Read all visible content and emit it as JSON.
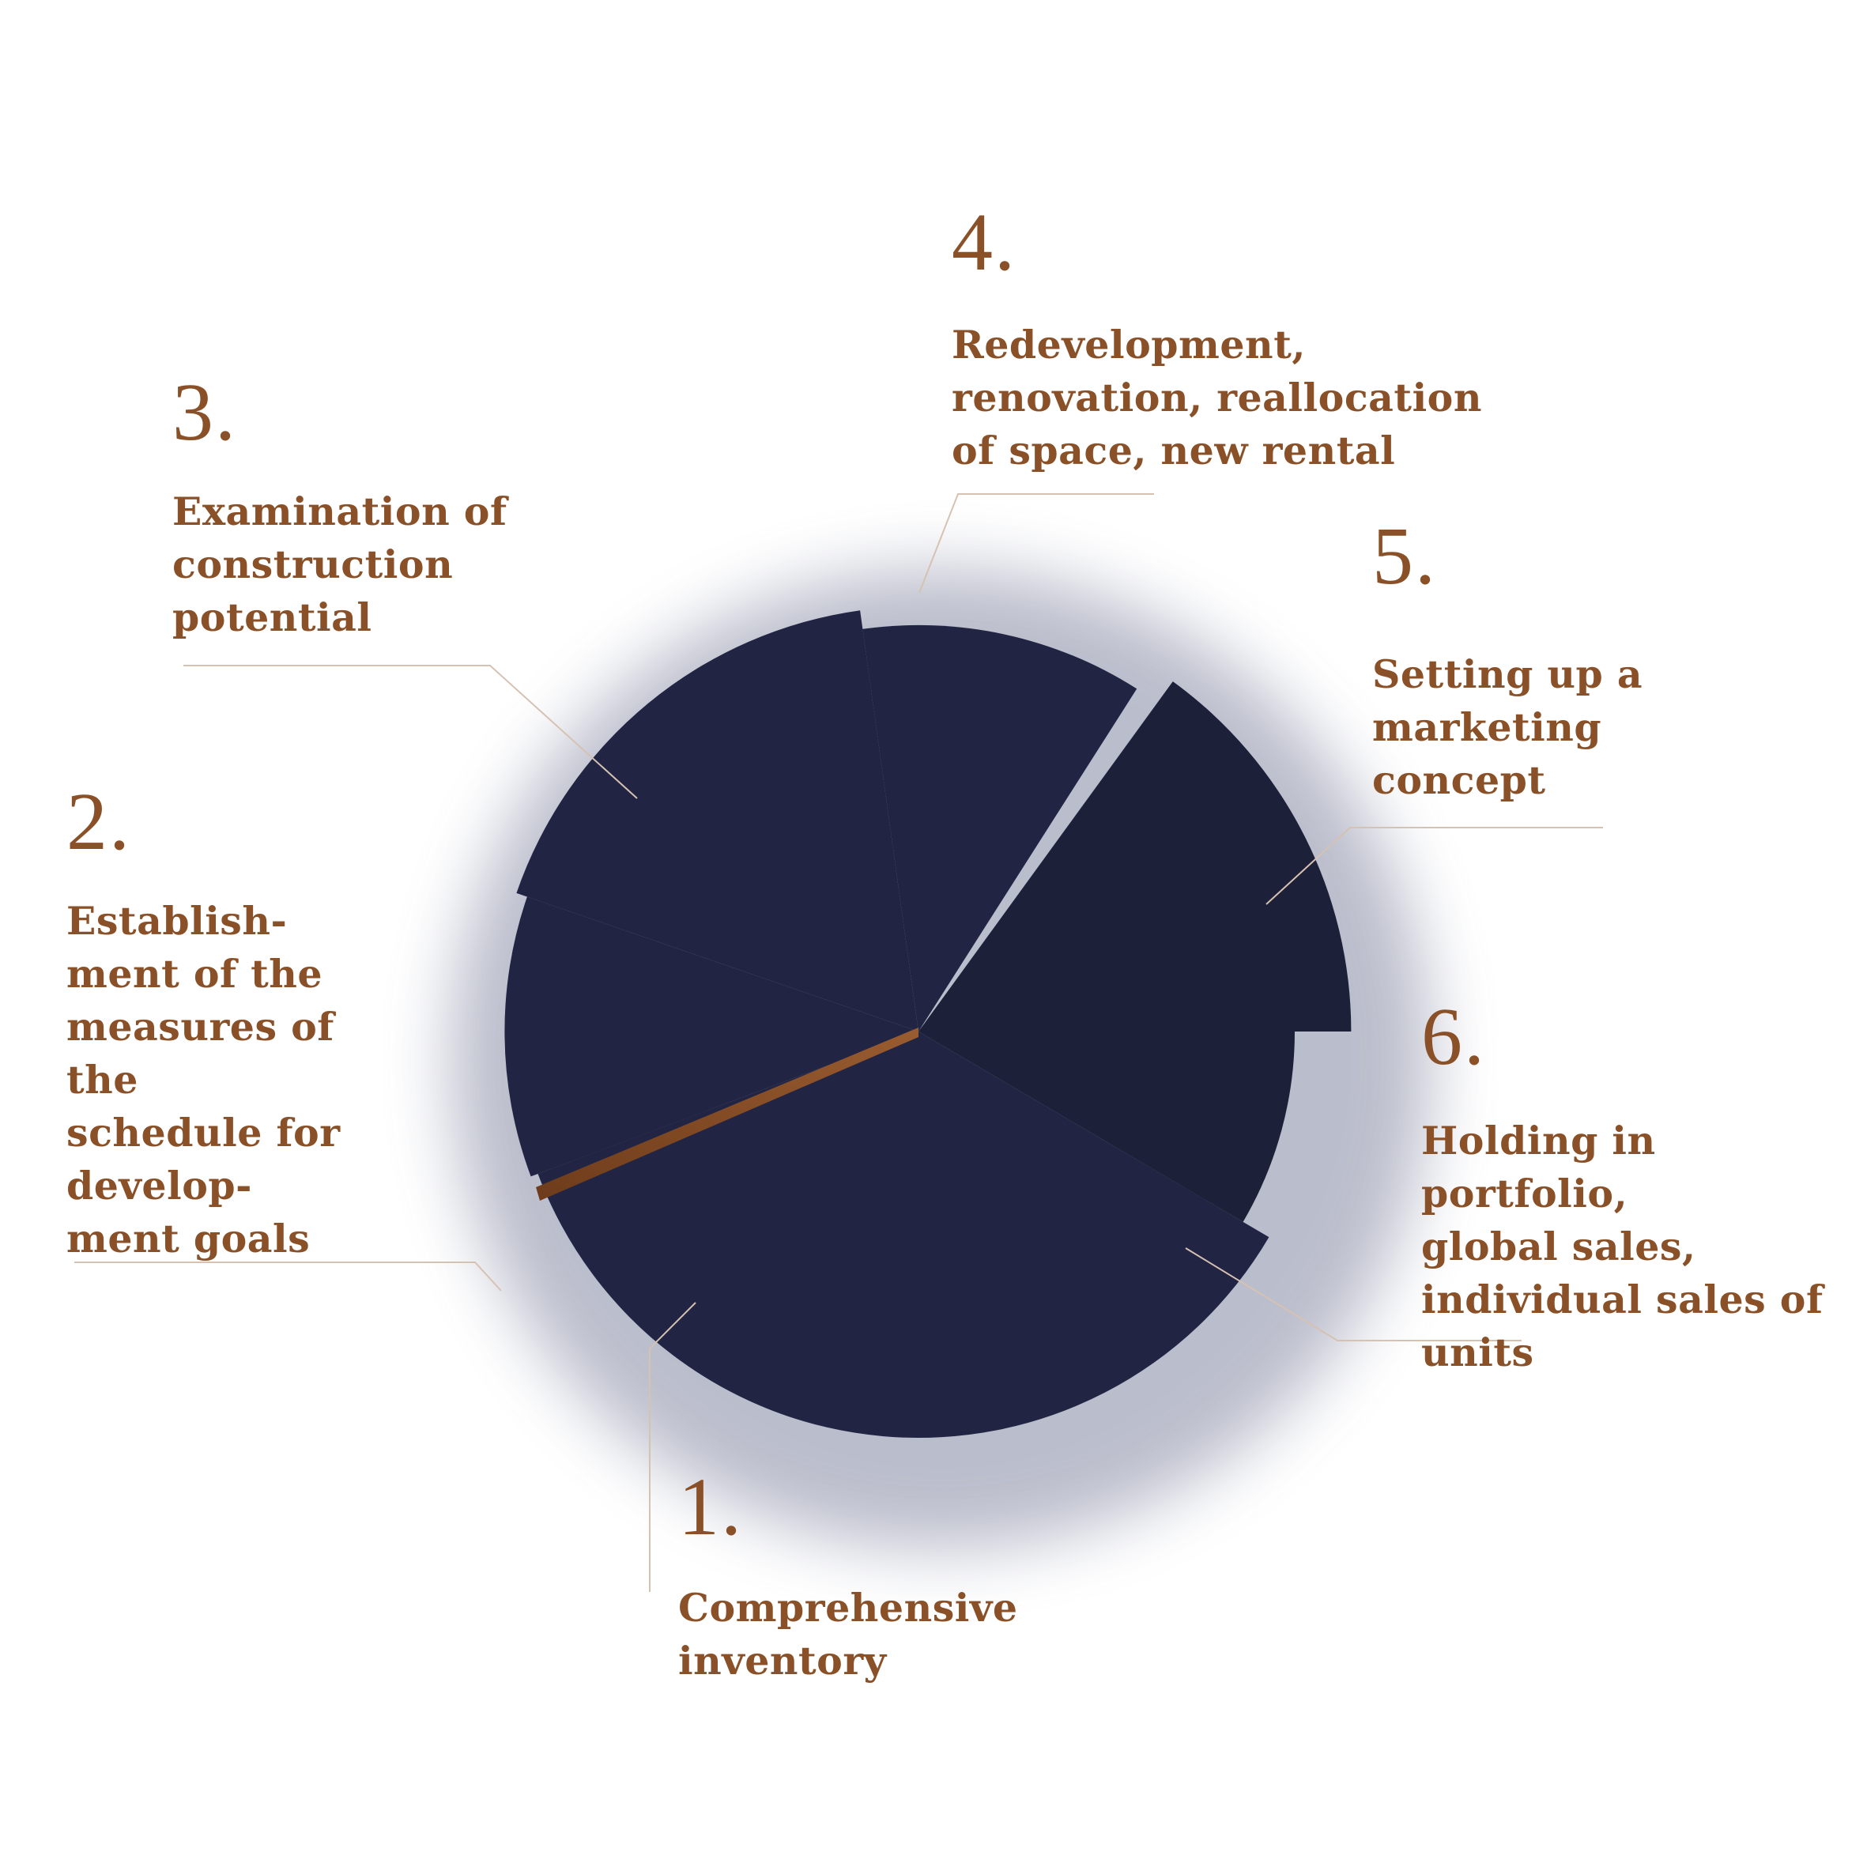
{
  "colors": {
    "segment": "#212543",
    "segment_dark": "#1d2039",
    "accent": "#8a5128",
    "leader_line": "#d6c2b2",
    "shadow": "#5d6385"
  },
  "steps": [
    {
      "number": "1.",
      "label": "Comprehensive\ninventory",
      "radius_scale": 1.08
    },
    {
      "number": "2.",
      "label": "Establish-\nment of the\nmeasures of\nthe\nschedule for\ndevelop-\nment goals",
      "radius_scale": 1.1
    },
    {
      "number": "3.",
      "label": "Examination of\nconstruction\npotential",
      "radius_scale": 1.13
    },
    {
      "number": "4.",
      "label": "Redevelopment,\nrenovation, reallocation\nof space, new rental",
      "radius_scale": 1.08
    },
    {
      "number": "5.",
      "label": "Setting up a\nmarketing\nconcept",
      "radius_scale": 1.15
    },
    {
      "number": "6.",
      "label": "Holding in portfolio,\nglobal sales,\nindividual sales of\nunits",
      "radius_scale": 1.0
    }
  ]
}
